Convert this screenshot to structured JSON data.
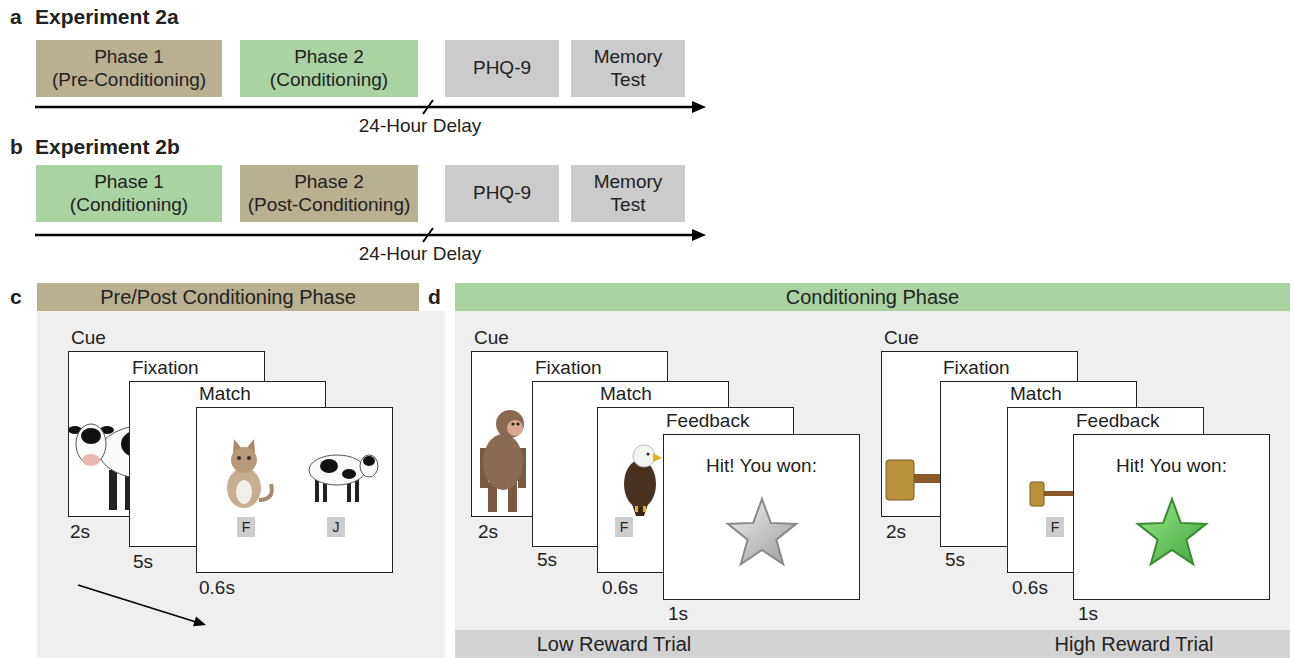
{
  "diagram": {
    "nodes": [
      {
        "text": [
          "Phase 1 (Pre-Conditioning)"
        ]
      },
      {
        "text": [
          "Phase 2 (Conditioning)"
        ]
      },
      {
        "text": [
          "PHQ-9"
        ]
      },
      {
        "text": [
          "Memory Test"
        ]
      },
      {
        "text": [
          "Phase 1 (Conditioning)"
        ]
      },
      {
        "text": [
          "Phase 2 (Post-Conditioning)"
        ]
      },
      {
        "text": [
          "PHQ-9"
        ]
      },
      {
        "text": [
          "Memory Test"
        ]
      },
      {
        "text": [
          "Pre/Post Conditioning Phase"
        ]
      },
      {
        "text": [
          "Cue"
        ],
        "in": 8
      },
      {
        "text": [
          "Fixation"
        ],
        "in": 8
      },
      {
        "text": [
          "Match"
        ],
        "in": 8
      },
      {
        "text": [
          "F"
        ],
        "in": 11
      },
      {
        "text": [
          "J"
        ],
        "in": 11
      },
      {
        "text": [
          "Conditioning Phase"
        ]
      },
      {
        "text": [
          "Cue"
        ],
        "in": 14
      },
      {
        "text": [
          "Fixation"
        ],
        "in": 14
      },
      {
        "text": [
          "Match"
        ],
        "in": 14
      },
      {
        "text": [
          "F"
        ],
        "in": 17
      },
      {
        "text": [
          "Feedback",
          "Hit! You won:"
        ],
        "in": 14
      },
      {
        "text": [
          "Cue"
        ],
        "in": 14
      },
      {
        "text": [
          "Fixation"
        ],
        "in": 14
      },
      {
        "text": [
          "Match"
        ],
        "in": 14
      },
      {
        "text": [
          "F"
        ],
        "in": 22
      },
      {
        "text": [
          "Feedback",
          "Hit! You won:"
        ],
        "in": 14
      },
      {
        "text": [
          "Low Reward Trial",
          "High Reward Trial"
        ],
        "in": 14
      }
    ],
    "labels": [
      "a",
      "Experiment 2a",
      "24-Hour Delay",
      "b",
      "Experiment 2b",
      "24-Hour Delay",
      "c",
      "2s",
      "5s",
      "0.6s",
      "d",
      "2s",
      "5s",
      "0.6s",
      "1s",
      "2s",
      "5s",
      "0.6s",
      "1s"
    ]
  }
}
